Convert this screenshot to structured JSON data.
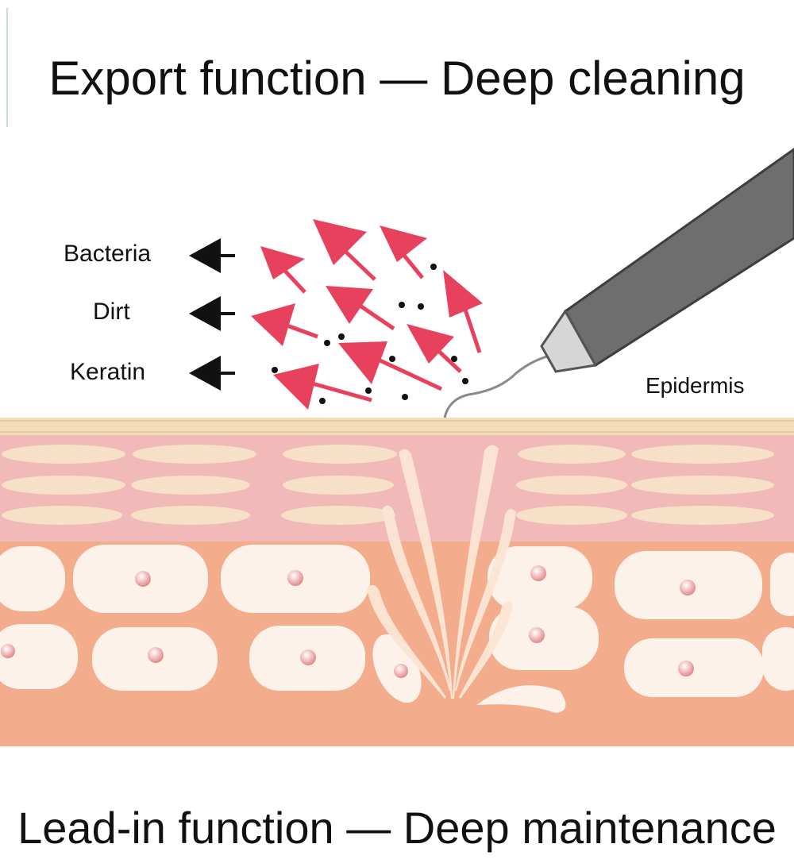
{
  "header": {
    "title": "Export function — Deep cleaning"
  },
  "footer": {
    "title": "Lead-in function — Deep maintenance"
  },
  "labels": {
    "bacteria": "Bacteria",
    "dirt": "Dirt",
    "keratin": "Keratin",
    "epidermis": "Epidermis"
  },
  "colors": {
    "arrow_red": "#e8415e",
    "device_gray": "#6e6e6e",
    "device_tip": "#d6d6d6",
    "epidermis_band": "#f3ddb8",
    "dermis_pink": "#f2b9b9",
    "lower_layer": "#f4ad8c",
    "cell_fill": "#fdf2ea",
    "nucleus": "#e9908f"
  }
}
